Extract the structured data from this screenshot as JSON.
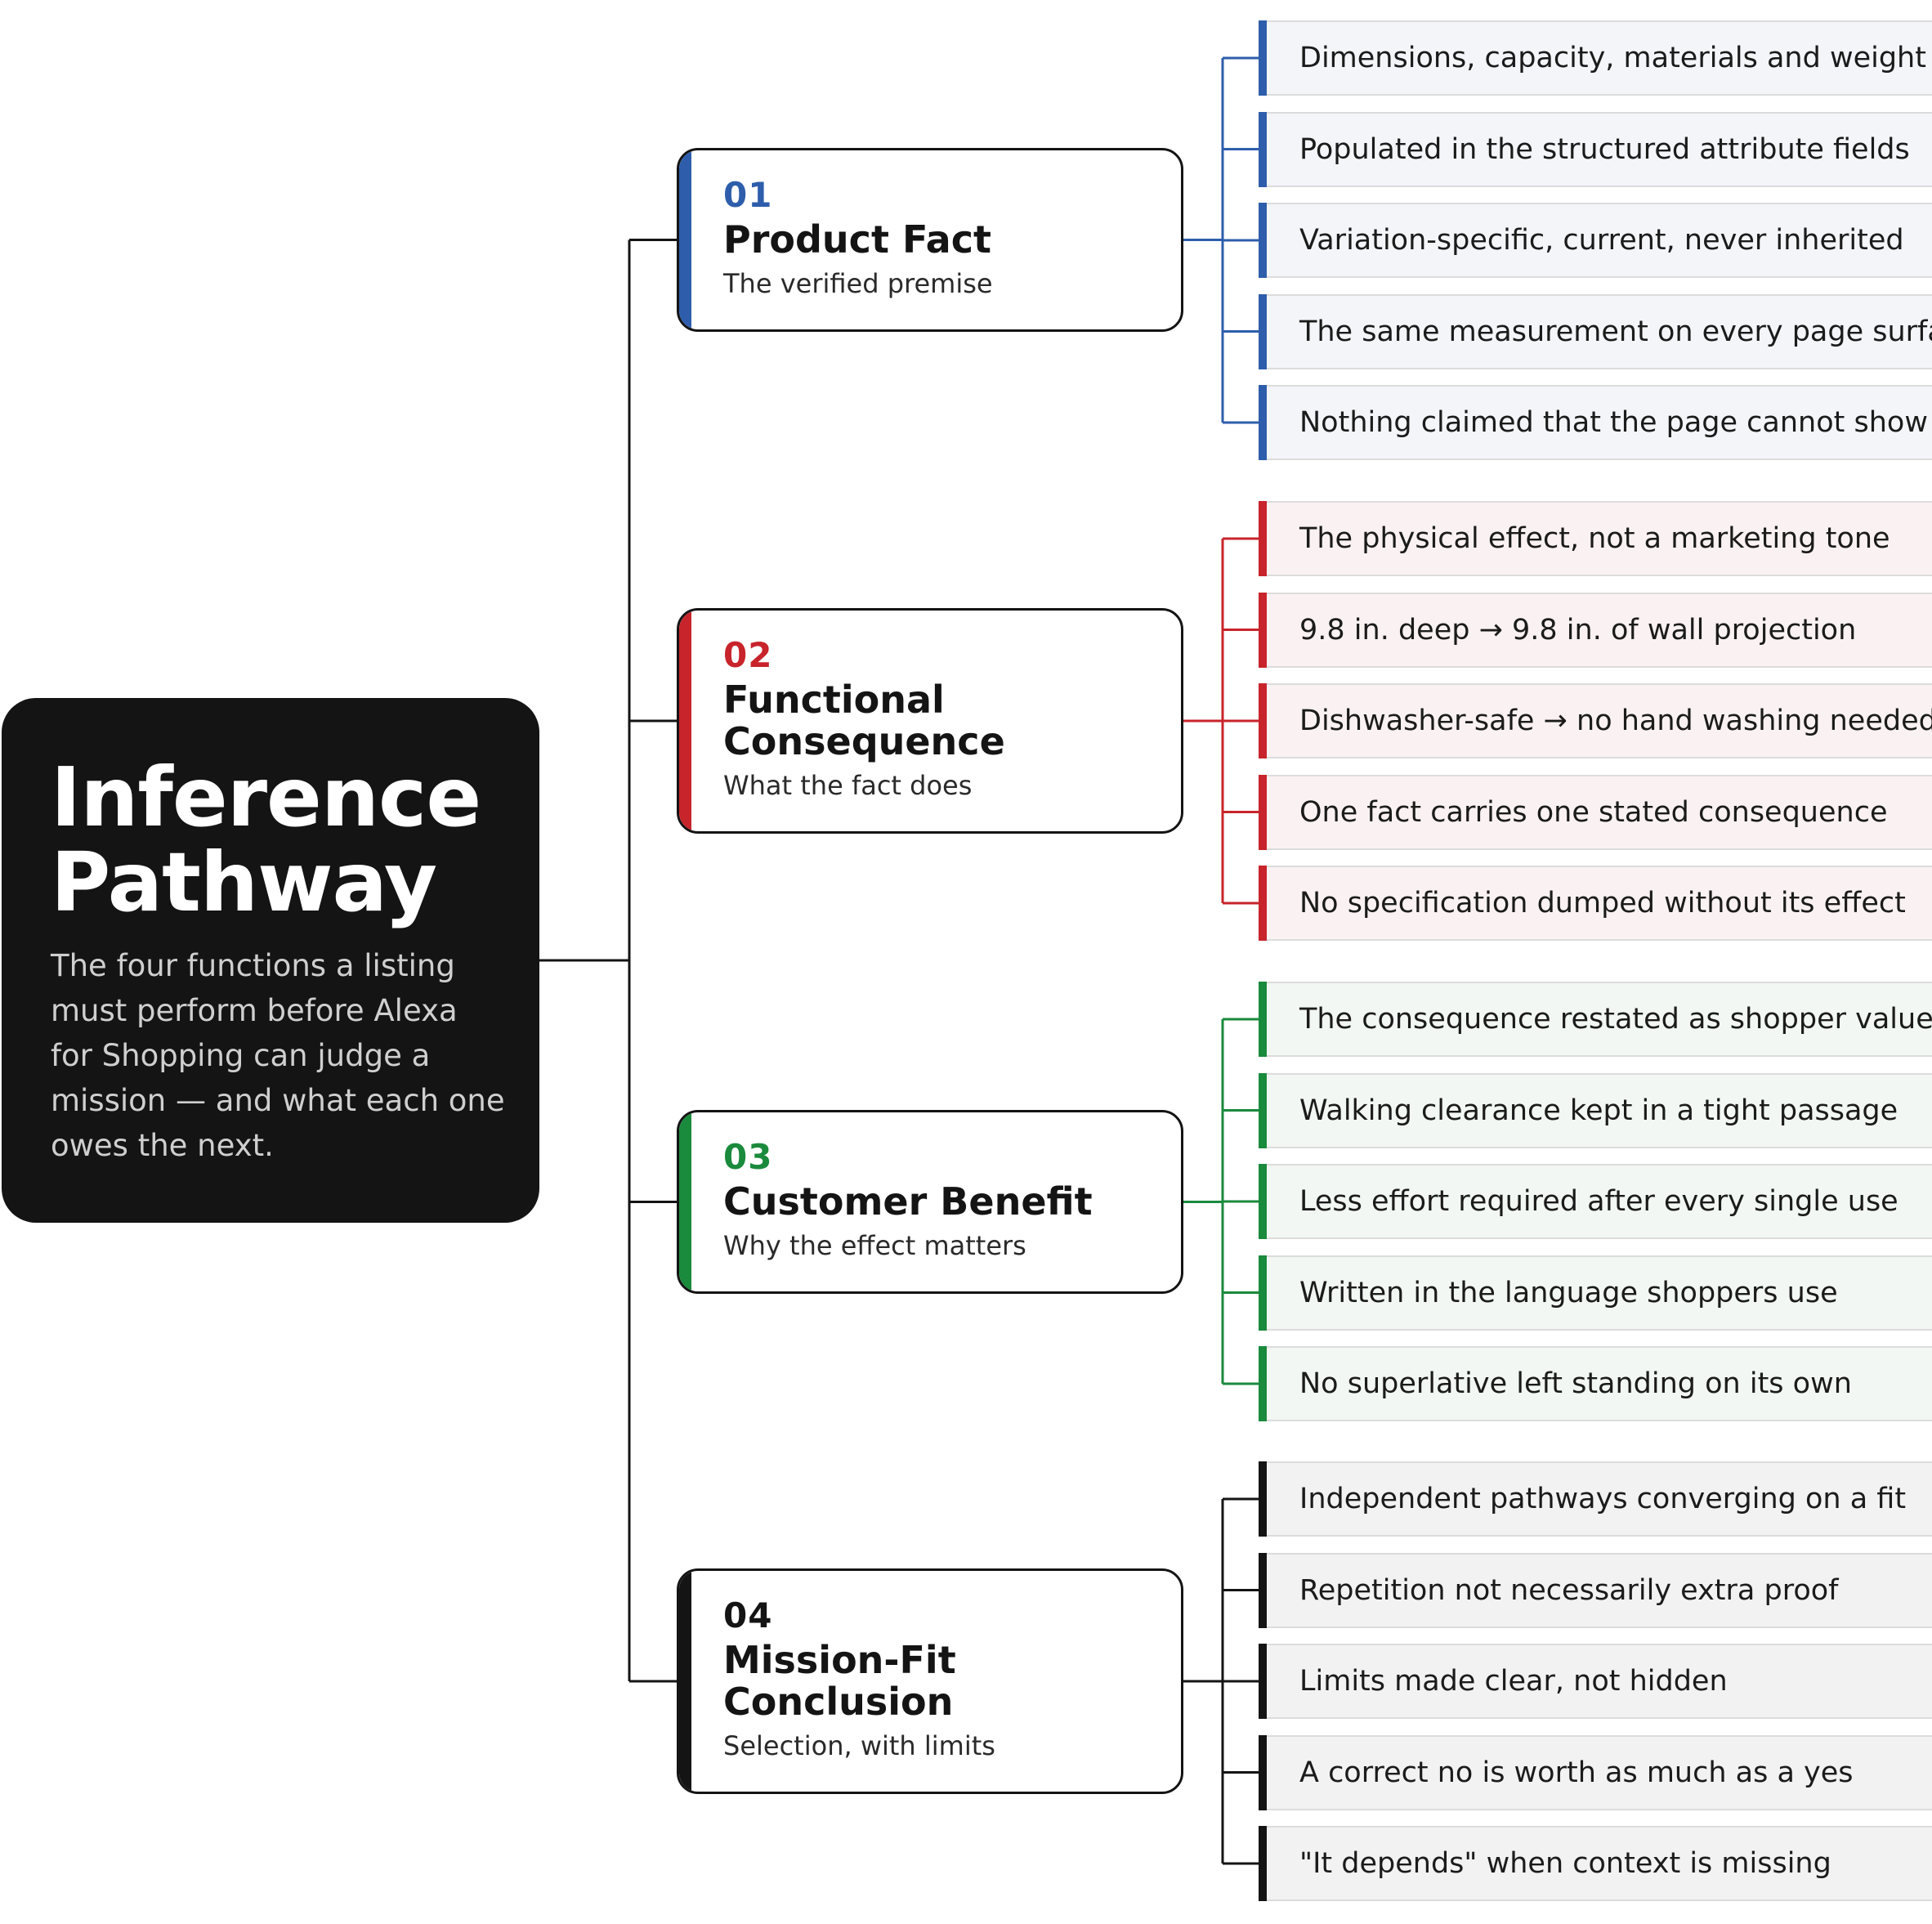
{
  "root": {
    "title": "Inference\nPathway",
    "description": "The four functions a listing\nmust perform before Alexa\nfor Shopping can judge a\nmission — and what each one\nowes the next."
  },
  "categories": [
    {
      "num": "01",
      "title": "Product Fact",
      "subtitle": "The verified premise",
      "color": "#2e5eab",
      "leaf_bg": "#f4f5f9",
      "items": [
        "Dimensions, capacity, materials and weight",
        "Populated in the structured attribute fields",
        "Variation-specific, current, never inherited",
        "The same measurement on every page surface",
        "Nothing claimed that the page cannot show"
      ]
    },
    {
      "num": "02",
      "title": "Functional\nConsequence",
      "subtitle": "What the fact does",
      "color": "#c8242b",
      "leaf_bg": "#faf2f2",
      "items": [
        "The physical effect, not a marketing tone",
        "9.8 in. deep → 9.8 in. of wall projection",
        "Dishwasher-safe → no hand washing needed",
        "One fact carries one stated consequence",
        "No specification dumped without its effect"
      ]
    },
    {
      "num": "03",
      "title": "Customer Benefit",
      "subtitle": "Why the effect matters",
      "color": "#1a8a3c",
      "leaf_bg": "#f2f7f3",
      "items": [
        "The consequence restated as shopper value",
        "Walking clearance kept in a tight passage",
        "Less effort required after every single use",
        "Written in the language shoppers use",
        "No superlative left standing on its own"
      ]
    },
    {
      "num": "04",
      "title": "Mission-Fit\nConclusion",
      "subtitle": "Selection, with limits",
      "color": "#141414",
      "leaf_bg": "#f2f2f2",
      "items": [
        "Independent pathways converging on a fit",
        "Repetition not necessarily extra proof",
        "Limits made clear, not hidden",
        "A correct no is worth as much as a yes",
        "\"It depends\" when context is missing"
      ]
    }
  ]
}
